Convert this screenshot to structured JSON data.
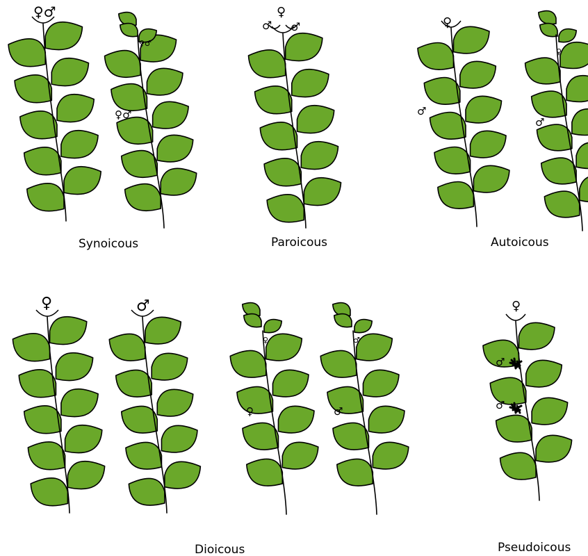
{
  "labels": {
    "synoicous": "Synoicous",
    "paroicous": "Paroicous",
    "autoicous": "Autoicous",
    "dioicous": "Dioicous",
    "pseudoicous": "Pseudoicous"
  },
  "symbols": {
    "female": "♀",
    "male": "♂",
    "bisexual": "♀♂"
  },
  "colors": {
    "leaf": "#6aa82a",
    "outline": "#000000"
  },
  "icons": [
    "female-symbol-icon",
    "male-symbol-icon",
    "dwarf-male-plant-icon"
  ]
}
